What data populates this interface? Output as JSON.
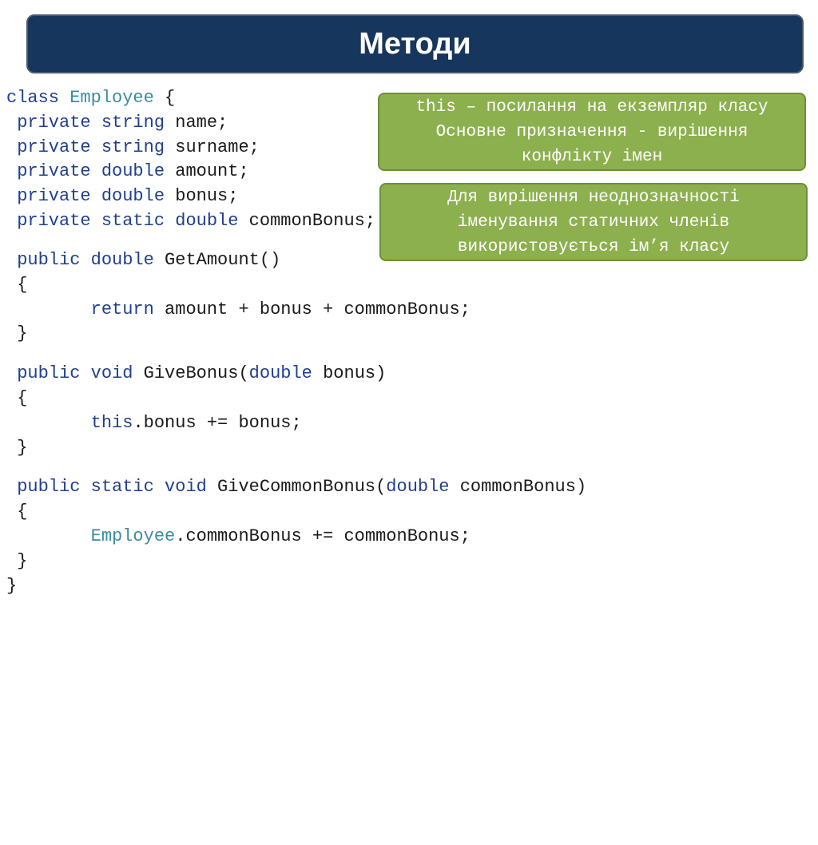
{
  "slide": {
    "title": "Методи"
  },
  "code": {
    "l1": {
      "a": "class",
      "b": " ",
      "c": "Employee",
      "d": " {"
    },
    "l2": {
      "a": " ",
      "b": "private",
      "c": " ",
      "d": "string",
      "e": " name;"
    },
    "l3": {
      "a": " ",
      "b": "private",
      "c": " ",
      "d": "string",
      "e": " surname;"
    },
    "l4": {
      "a": " ",
      "b": "private",
      "c": " ",
      "d": "double",
      "e": " amount;"
    },
    "l5": {
      "a": " ",
      "b": "private",
      "c": " ",
      "d": "double",
      "e": " bonus;"
    },
    "l6": {
      "a": " ",
      "b": "private",
      "c": " ",
      "d": "static",
      "e": " ",
      "f": "double",
      "g": " commonBonus;"
    },
    "l7": {
      "a": " ",
      "b": "public",
      "c": " ",
      "d": "double",
      "e": " GetAmount()"
    },
    "l8": {
      "a": " {"
    },
    "l9": {
      "a": "        ",
      "b": "return",
      "c": " amount + bonus + commonBonus;"
    },
    "l10": {
      "a": " }"
    },
    "l11": {
      "a": " ",
      "b": "public",
      "c": " ",
      "d": "void",
      "e": " GiveBonus(",
      "f": "double",
      "g": " bonus)"
    },
    "l12": {
      "a": " {"
    },
    "l13": {
      "a": "        ",
      "b": "this",
      "c": ".bonus += bonus;"
    },
    "l14": {
      "a": " }"
    },
    "l15": {
      "a": " ",
      "b": "public",
      "c": " ",
      "d": "static",
      "e": " ",
      "f": "void",
      "g": " GiveCommonBonus(",
      "h": "double",
      "i": " commonBonus)"
    },
    "l16": {
      "a": " {"
    },
    "l17": {
      "a": "        ",
      "b": "Employee",
      "c": ".commonBonus += commonBonus;"
    },
    "l18": {
      "a": " }"
    },
    "l19": {
      "a": "}"
    }
  },
  "callouts": [
    {
      "lines": [
        "this – посилання на екземпляр класу",
        "Основне призначення - вирішення",
        "конфлікту імен"
      ]
    },
    {
      "lines": [
        "Для вирішення неоднозначності",
        "іменування статичних членів",
        "використовується ім’я класу"
      ]
    }
  ],
  "colors": {
    "title_bg": "#17365d",
    "keyword": "#1f3f8f",
    "type_name": "#3c8c9e",
    "callout_bg": "#8db04f"
  }
}
